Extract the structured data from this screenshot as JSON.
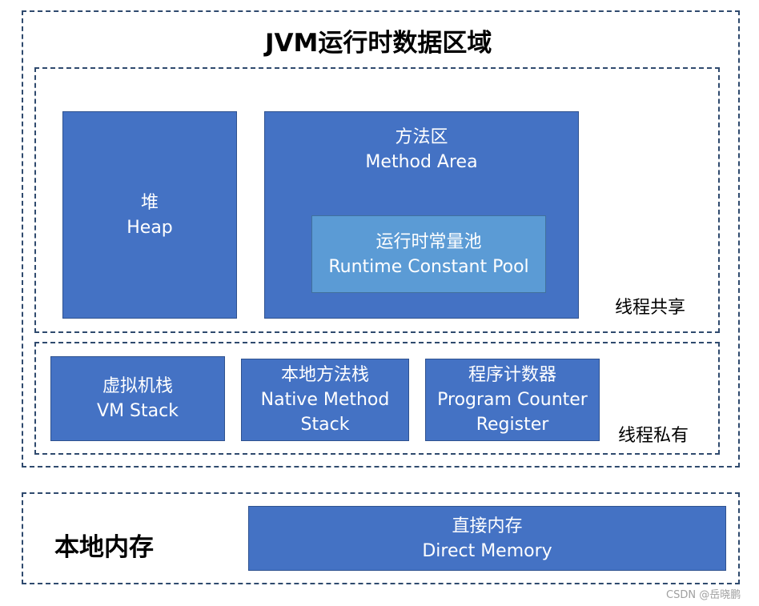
{
  "title": "JVM运行时数据区域",
  "shared": {
    "label": "线程共享",
    "heap": {
      "cn": "堆",
      "en": "Heap"
    },
    "method_area": {
      "cn": "方法区",
      "en": "Method Area",
      "pool": {
        "cn": "运行时常量池",
        "en": "Runtime Constant Pool"
      }
    }
  },
  "private": {
    "label": "线程私有",
    "vm_stack": {
      "cn": "虚拟机栈",
      "en": "VM Stack"
    },
    "native_stack": {
      "cn": "本地方法栈",
      "en_1": "Native Method",
      "en_2": "Stack"
    },
    "pc_register": {
      "cn": "程序计数器",
      "en_1": "Program Counter",
      "en_2": "Register"
    }
  },
  "native_memory": {
    "label": "本地内存",
    "direct": {
      "cn": "直接内存",
      "en": "Direct Memory"
    }
  },
  "watermark": "CSDN @岳晓鹏",
  "colors": {
    "box_fill": "#4472c4",
    "inner_box_fill": "#5b9bd5",
    "dashed_border": "#2f4a6e"
  }
}
